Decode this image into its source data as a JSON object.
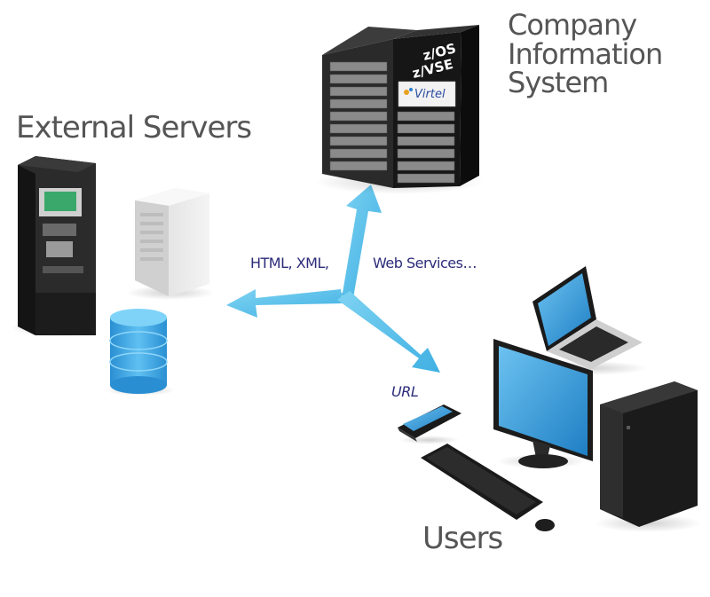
{
  "diagram": {
    "company_system": {
      "title_lines": [
        "Company",
        "Information",
        "System"
      ],
      "rack_labels": [
        "z/OS",
        "z/VSE"
      ],
      "product_logo": "Virtel"
    },
    "external_servers": {
      "title": "External Servers"
    },
    "users": {
      "title": "Users"
    },
    "protocols": {
      "left": "HTML, XML,",
      "right": "Web Services…"
    },
    "user_link": {
      "label": "URL"
    },
    "colors": {
      "arrow": "#5ec4ec",
      "label_grey": "#555555",
      "protocol_text": "#2c2c7a",
      "screen_blue": "#3aa0dc",
      "device_dark": "#1c1c1c"
    },
    "icons": [
      "mainframe-icon",
      "atm-icon",
      "server-tower-icon",
      "database-icon",
      "laptop-icon",
      "monitor-icon",
      "smartphone-icon",
      "keyboard-icon",
      "mouse-icon",
      "desktop-tower-icon",
      "arrow-icon"
    ]
  }
}
